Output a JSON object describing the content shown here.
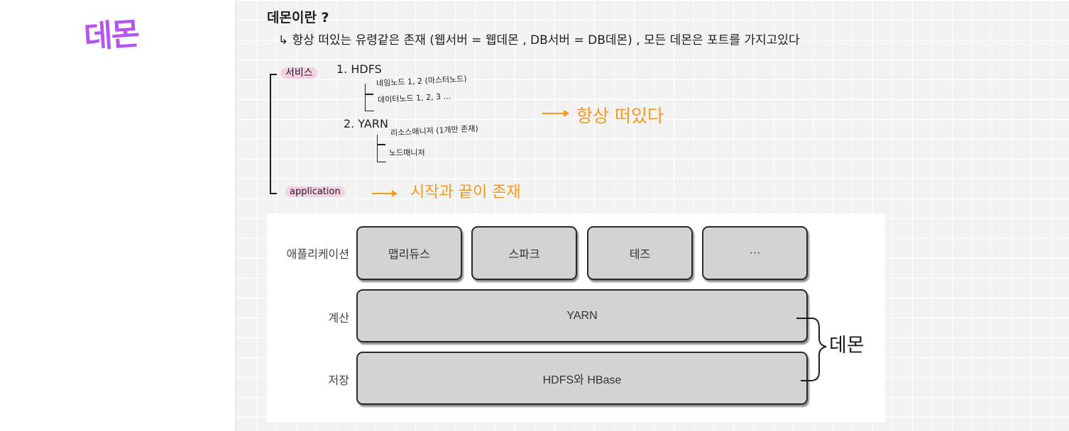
{
  "sidebar": {
    "title": "데몬"
  },
  "notes": {
    "heading": "데몬이란 ?",
    "definition": "↳ 항상 떠있는 유령같은 존재 (웹서버 = 웹데몬 , DB서버 = DB데몬) , 모든 데몬은 포트를 가지고있다",
    "services_label": "서비스",
    "hdfs": "1. HDFS",
    "namenode": "네임노드 1, 2 (마스터노드)",
    "datanode": "데이터노드 1, 2, 3 ...",
    "yarn": "2. YARN",
    "resource_manager": "리소스매니저 (1개만 존재)",
    "node_manager": "노드매니저",
    "always_up": "항상 떠있다",
    "application_label": "application",
    "start_end": "시작과 끝이 존재"
  },
  "figure": {
    "rows": [
      {
        "label": "애플리케이션",
        "boxes": [
          "맵리듀스",
          "스파크",
          "테즈",
          "···"
        ]
      },
      {
        "label": "계산",
        "boxes": [
          "YARN"
        ]
      },
      {
        "label": "저장",
        "boxes": [
          "HDFS와 HBase"
        ]
      }
    ],
    "brace_label": "데몬"
  },
  "colors": {
    "accent_purple": "#b455f0",
    "accent_orange": "#f29a22",
    "highlight_pink": "#f5cfe4"
  }
}
